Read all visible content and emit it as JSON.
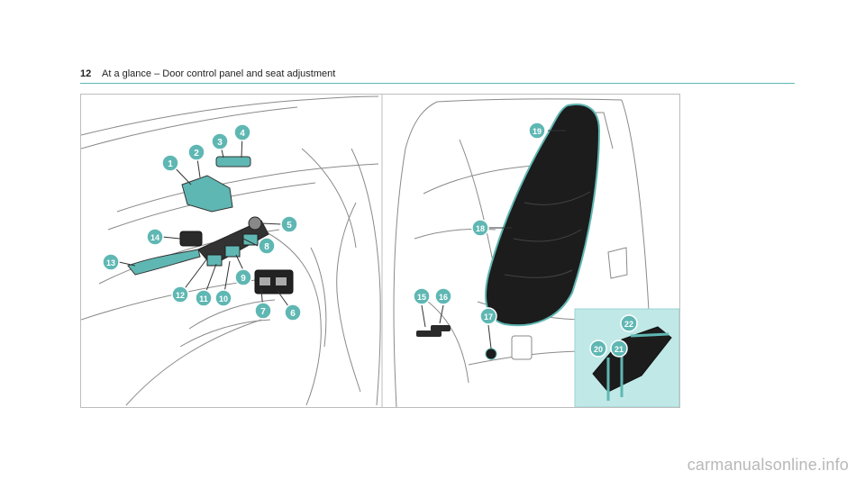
{
  "header": {
    "page_number": "12",
    "title": "At a glance – Door control panel and seat adjustment"
  },
  "figure": {
    "callouts": [
      "1",
      "2",
      "3",
      "4",
      "5",
      "6",
      "7",
      "8",
      "9",
      "10",
      "11",
      "12",
      "13",
      "14",
      "15",
      "16",
      "17",
      "18",
      "19",
      "20",
      "21",
      "22"
    ]
  },
  "watermark": "carmanualsonline.info",
  "colors": {
    "accent": "#5fb7b3",
    "callout_fill": "#5fb7b3",
    "inset_bg": "#bfe8e6",
    "seat": "#1c1c1c"
  }
}
